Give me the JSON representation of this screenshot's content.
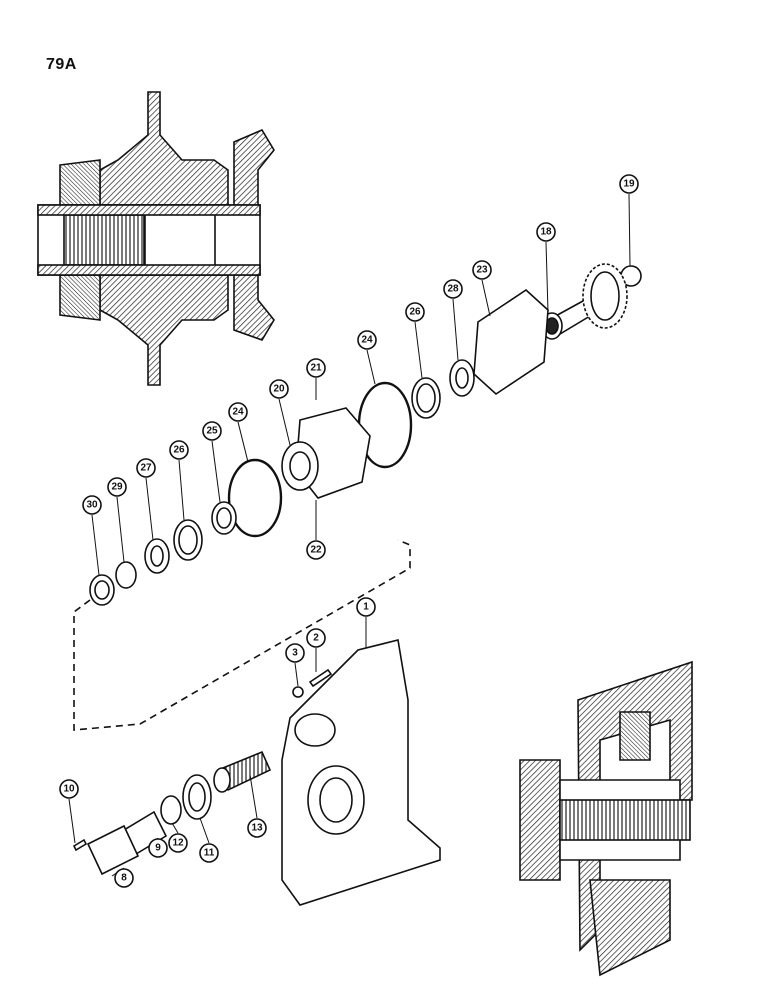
{
  "page": {
    "number": "79A"
  },
  "parts": [
    {
      "id": "p1",
      "label": "1"
    },
    {
      "id": "p2",
      "label": "2"
    },
    {
      "id": "p3",
      "label": "3"
    },
    {
      "id": "p8",
      "label": "8"
    },
    {
      "id": "p9",
      "label": "9"
    },
    {
      "id": "p10",
      "label": "10"
    },
    {
      "id": "p11",
      "label": "11"
    },
    {
      "id": "p12",
      "label": "12"
    },
    {
      "id": "p13",
      "label": "13"
    },
    {
      "id": "p18",
      "label": "18"
    },
    {
      "id": "p19",
      "label": "19"
    },
    {
      "id": "p20",
      "label": "20"
    },
    {
      "id": "p21",
      "label": "21"
    },
    {
      "id": "p22",
      "label": "22"
    },
    {
      "id": "p23",
      "label": "23"
    },
    {
      "id": "p24a",
      "label": "24"
    },
    {
      "id": "p24b",
      "label": "24"
    },
    {
      "id": "p25",
      "label": "25"
    },
    {
      "id": "p26a",
      "label": "26"
    },
    {
      "id": "p26b",
      "label": "26"
    },
    {
      "id": "p27",
      "label": "27"
    },
    {
      "id": "p28",
      "label": "28"
    },
    {
      "id": "p29",
      "label": "29"
    },
    {
      "id": "p30",
      "label": "30"
    }
  ],
  "colors": {
    "ink": "#111111",
    "paper": "#ffffff",
    "hatch": "#333333"
  }
}
